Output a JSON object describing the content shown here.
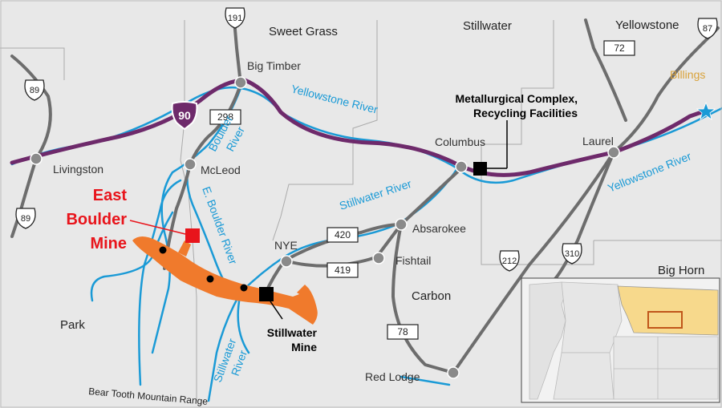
{
  "counties": {
    "sweet_grass": "Sweet Grass",
    "stillwater": "Stillwater",
    "yellowstone": "Yellowstone",
    "park": "Park",
    "carbon": "Carbon",
    "big_horn": "Big Horn"
  },
  "towns": {
    "big_timber": "Big Timber",
    "livingston": "Livingston",
    "mcleod": "McLeod",
    "columbus": "Columbus",
    "laurel": "Laurel",
    "billings": "Billings",
    "nye": "NYE",
    "absarokee": "Absarokee",
    "fishtail": "Fishtail",
    "red_lodge": "Red Lodge"
  },
  "rivers": {
    "yellowstone_1": "Yellowstone River",
    "yellowstone_2": "Yellowstone River",
    "boulder_1": "Boulder",
    "boulder_2": "River",
    "east_boulder": "E. Boulder River",
    "stillwater_1": "Stillwater River",
    "stillwater_2a": "Stillwater",
    "stillwater_2b": "River"
  },
  "routes": {
    "us191": "191",
    "us89_north": "89",
    "us89_south": "89",
    "i90": "90",
    "us87": "87",
    "us212": "212",
    "us310": "310",
    "sr72": "72",
    "sr298": "298",
    "sr420": "420",
    "sr419": "419",
    "sr78": "78"
  },
  "sites": {
    "east_boulder_1": "East",
    "east_boulder_2": "Boulder",
    "east_boulder_3": "Mine",
    "stillwater_1": "Stillwater",
    "stillwater_2": "Mine",
    "metallurgical_1": "Metallurgical Complex,",
    "metallurgical_2": "Recycling Facilities"
  },
  "range": "Bear Tooth Mountain Range",
  "colors": {
    "background": "#e8e8e8",
    "road": "#6d6d6d",
    "interstate": "#6e2a6b",
    "river": "#1a9ad6",
    "ore_body": "#f07a2c",
    "east_boulder_label": "#e8141b",
    "billings_label": "#d9a23a",
    "montana_fill": "#f7d98c"
  }
}
